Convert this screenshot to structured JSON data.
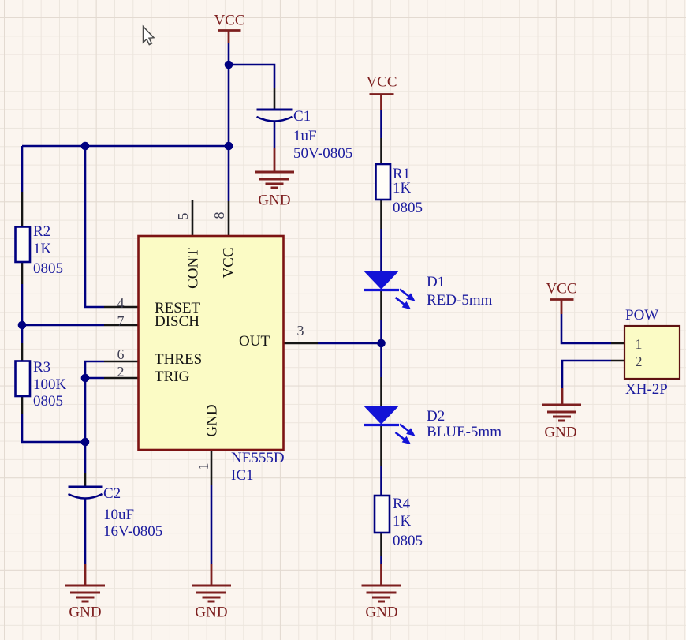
{
  "colors": {
    "bg": "#fbf5ef",
    "grid": "#ece5dd",
    "gridmajor": "#e3dad1",
    "wire": "#000080",
    "pinline": "#161616",
    "power": "#7d1f1f",
    "labelblue": "#1b1b9e",
    "pinname": "#141414",
    "pinnum": "#3e3e52",
    "icfill": "#fbfbc5",
    "icborder": "#7c1313",
    "connborder": "#5e1212",
    "led": "#1313d6",
    "resfill": "#fffdf8"
  },
  "ic": {
    "designator": "IC1",
    "comment": "NE555D",
    "pin_names": {
      "cont": "CONT",
      "vcc": "VCC",
      "reset": "RESET",
      "disch": "DISCH",
      "thres": "THRES",
      "trig": "TRIG",
      "out": "OUT",
      "gnd": "GND"
    },
    "pin_numbers": {
      "cont": "5",
      "vcc": "8",
      "reset": "4",
      "disch": "7",
      "thres": "6",
      "trig": "2",
      "out": "3",
      "gnd": "1"
    }
  },
  "resistors": {
    "r1": {
      "ref": "R1",
      "value": "1K",
      "package": "0805"
    },
    "r2": {
      "ref": "R2",
      "value": "1K",
      "package": "0805"
    },
    "r3": {
      "ref": "R3",
      "value": "100K",
      "package": "0805"
    },
    "r4": {
      "ref": "R4",
      "value": "1K",
      "package": "0805"
    }
  },
  "capacitors": {
    "c1": {
      "ref": "C1",
      "value": "1uF",
      "package": "50V-0805"
    },
    "c2": {
      "ref": "C2",
      "value": "10uF",
      "package": "16V-0805"
    }
  },
  "leds": {
    "d1": {
      "ref": "D1",
      "value": "RED-5mm"
    },
    "d2": {
      "ref": "D2",
      "value": "BLUE-5mm"
    }
  },
  "connector": {
    "designator": "POW",
    "comment": "XH-2P",
    "pin1": "1",
    "pin2": "2"
  },
  "power_labels": {
    "vcc": "VCC",
    "gnd": "GND"
  }
}
